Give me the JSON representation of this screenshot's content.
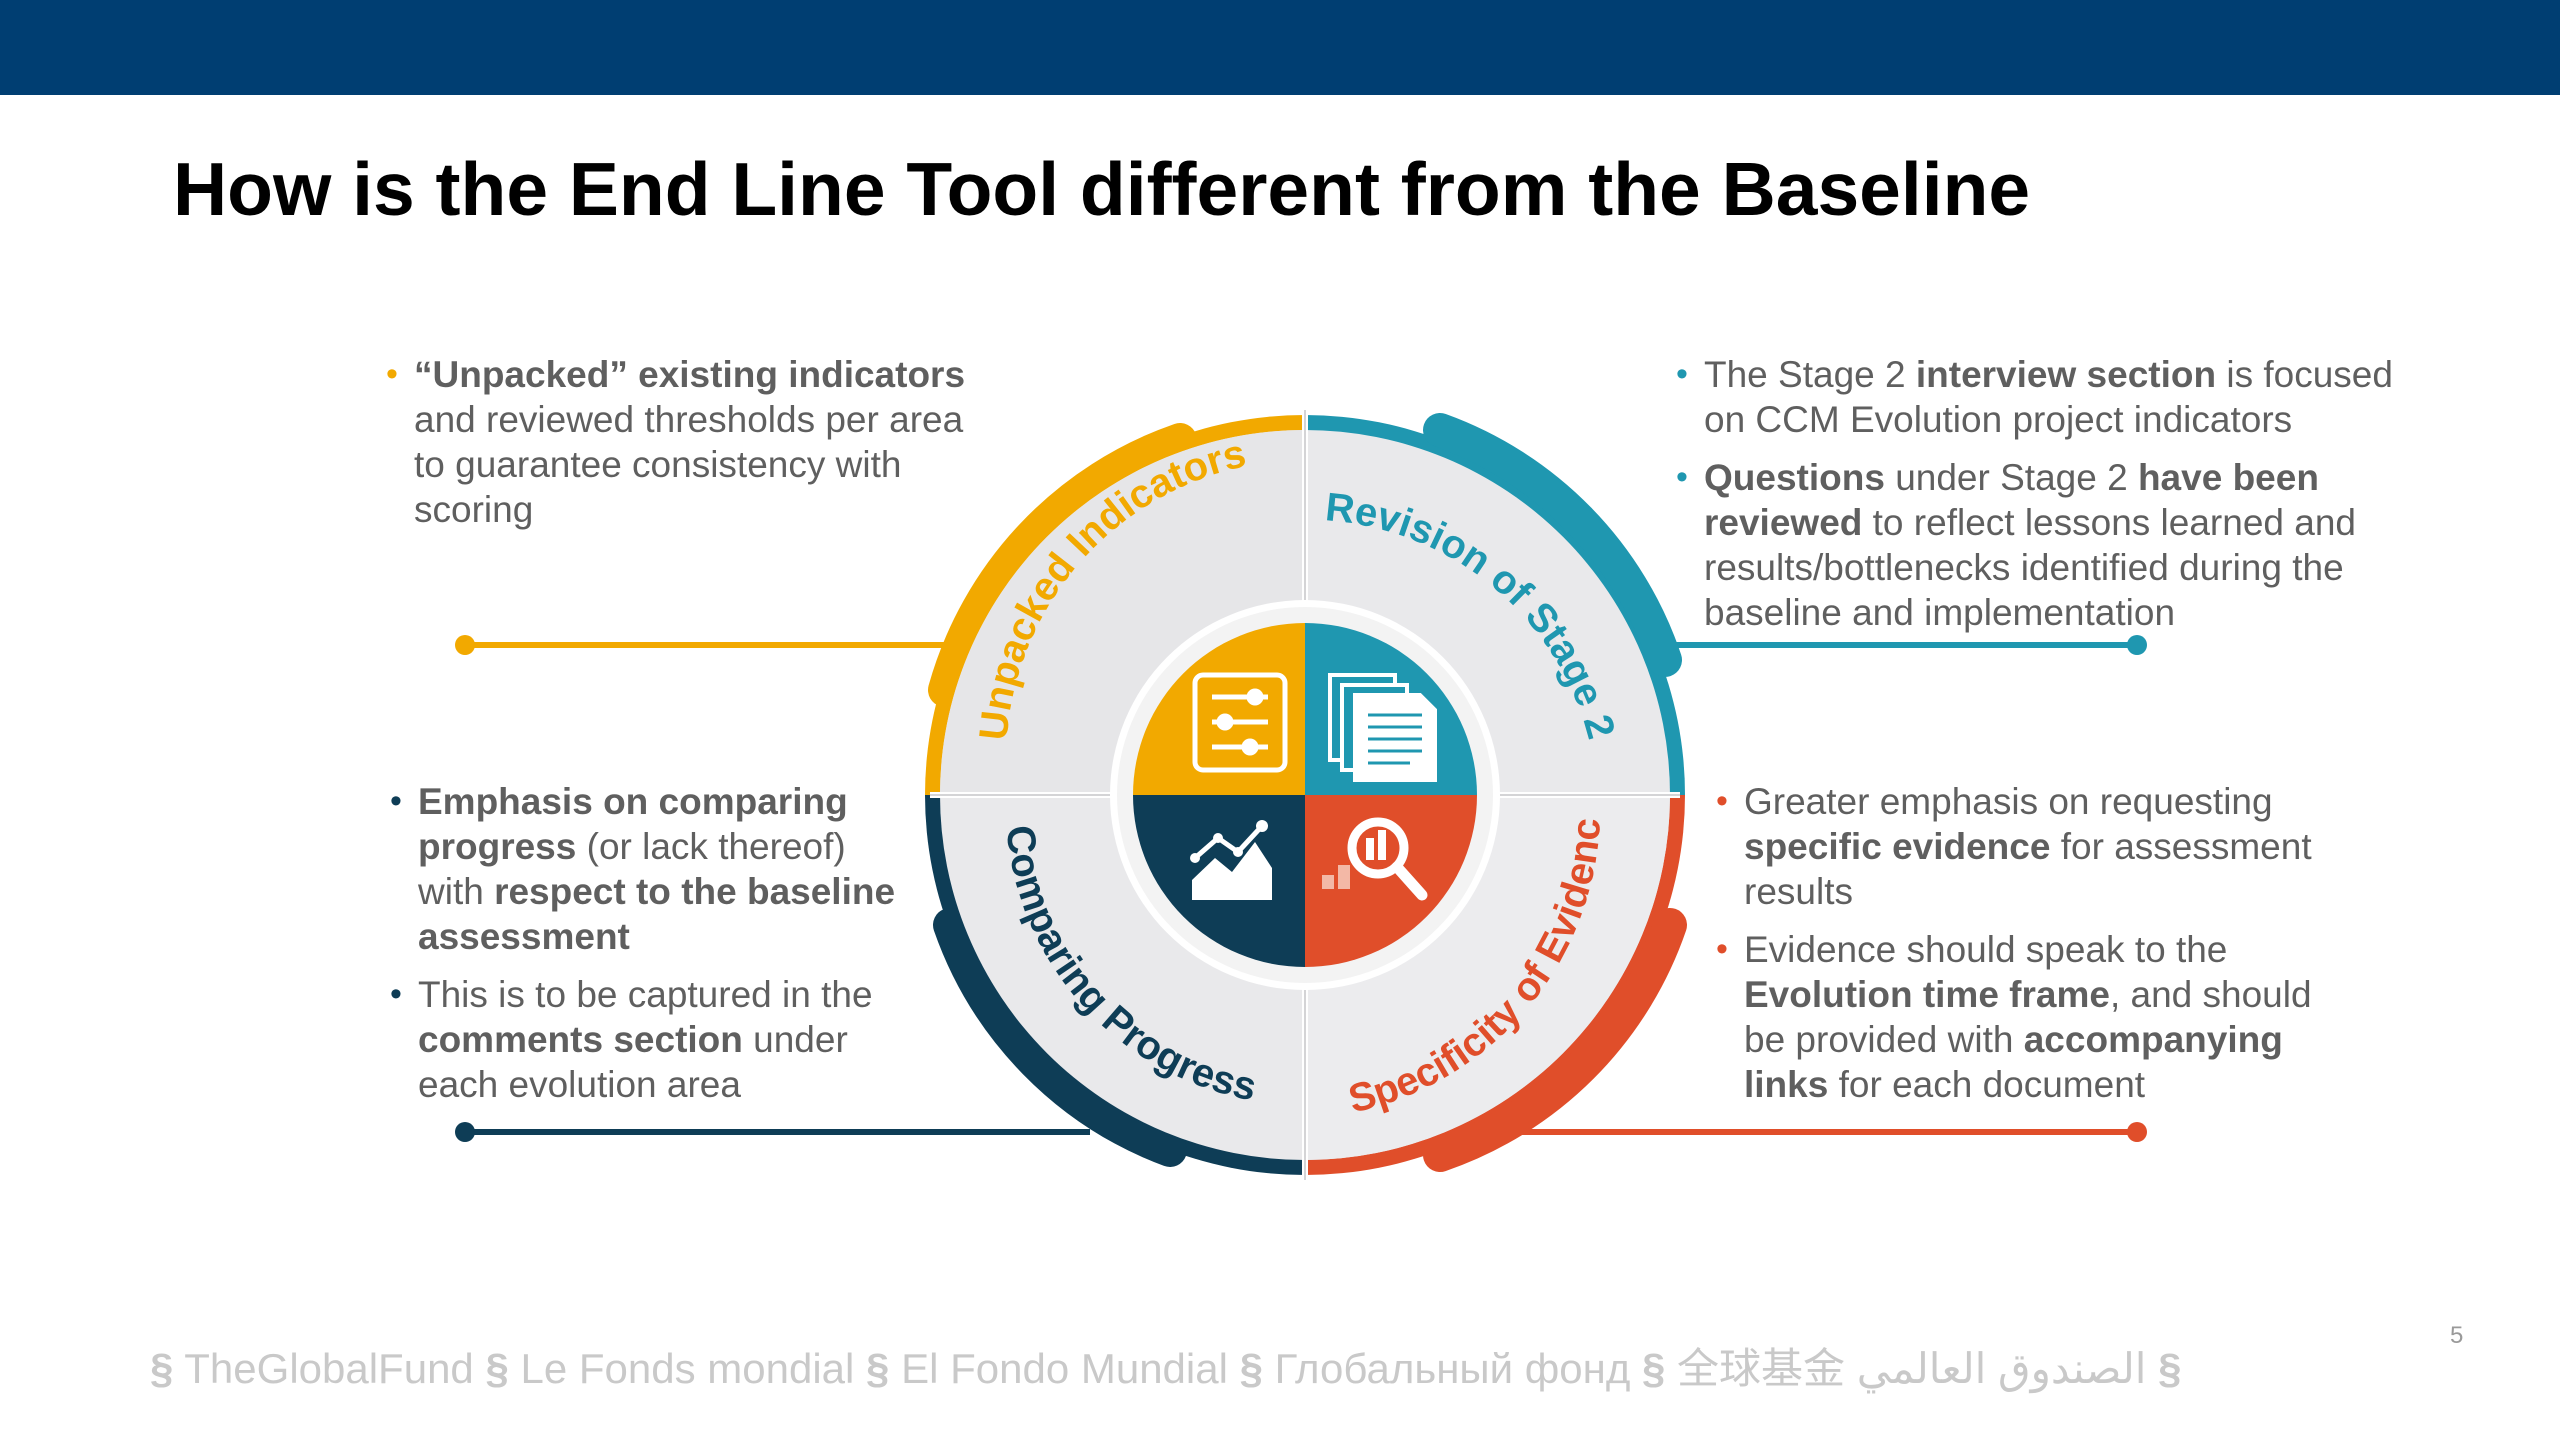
{
  "slide": {
    "title": "How is the End Line Tool different from the Baseline",
    "page_number": "5"
  },
  "colors": {
    "header_bar": "#003e72",
    "unpacked": "#f2a900",
    "revision": "#1f97b0",
    "comparing": "#0e3d56",
    "evidence": "#e04e2a"
  },
  "diagram": {
    "q1_label": "Unpacked Indicators",
    "q2_label": "Revision of Stage 2",
    "q3_label": "Comparing Progress",
    "q4_label": "Specificity of Evidence",
    "q1_icon": "checklist-icon",
    "q2_icon": "documents-icon",
    "q3_icon": "line-chart-icon",
    "q4_icon": "magnifier-chart-icon"
  },
  "top_left": {
    "b1_bold": "“Unpacked” existing indicators",
    "b1_l2": "and reviewed thresholds per area",
    "b1_l3": "to guarantee consistency with",
    "b1_l4": "scoring"
  },
  "top_right": {
    "b1_l1_a": "The Stage 2 ",
    "b1_l1_b": "interview section",
    "b1_l1_c": " is focused",
    "b1_l2": "on CCM Evolution project indicators",
    "b2_l1_a": "Questions",
    "b2_l1_b": " under Stage 2 ",
    "b2_l1_c": "have been",
    "b2_l2_a": "reviewed",
    "b2_l2_b": " to reflect lessons learned and",
    "b2_l3": "results/bottlenecks identified during the",
    "b2_l4": "baseline and implementation"
  },
  "bottom_left": {
    "b1_l1": " Emphasis on comparing",
    "b1_l2_a": "progress",
    "b1_l2_b": " (or lack thereof)",
    "b1_l3_a": "with ",
    "b1_l3_b": "respect to the baseline",
    "b1_l4": "assessment",
    "b2_l1": "This is to be captured in the",
    "b2_l2_a": "comments section",
    "b2_l2_b": " under",
    "b2_l3": "each evolution area"
  },
  "bottom_right": {
    "b1_l1": "Greater emphasis on requesting",
    "b1_l2_a": "specific evidence",
    "b1_l2_b": "  for assessment",
    "b1_l3": "results",
    "b2_l1": "Evidence should speak to the",
    "b2_l2_a": "Evolution time frame",
    "b2_l2_b": ", and should",
    "b2_l3_a": "be provided with ",
    "b2_l3_b": "accompanying",
    "b2_l4_a": "links",
    "b2_l4_b": " for each document"
  },
  "footer": {
    "en": "TheGlobalFund",
    "fr": "Le Fonds mondial",
    "es": "El Fondo Mundial",
    "ru": "Глобальный фонд",
    "zh": "全球基金",
    "ar": "الصندوق العالمي"
  }
}
